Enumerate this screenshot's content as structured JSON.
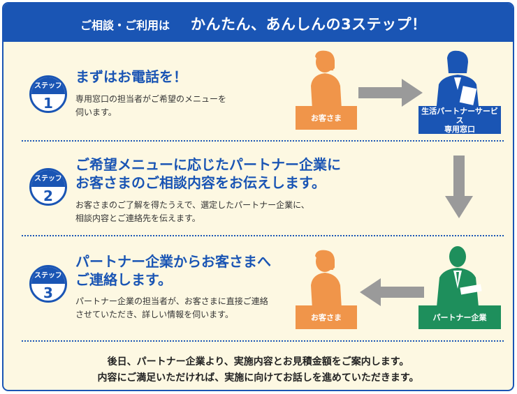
{
  "header": {
    "lead": "ご相談・ご利用は",
    "main": "かんたん、あんしんの3ステップ！"
  },
  "steps": [
    {
      "badge_label": "ステップ",
      "number": "1",
      "heading": [
        "まずはお電話を！"
      ],
      "body": [
        "専用窓口の担当者がご希望のメニューを",
        "伺います。"
      ]
    },
    {
      "badge_label": "ステップ",
      "number": "2",
      "heading": [
        "ご希望メニューに応じたパートナー企業に",
        "お客さまのご相談内容をお伝えします。"
      ],
      "body": [
        "お客さまのご了解を得たうえで、選定したパートナー企業に、",
        "相談内容とご連絡先を伝えます。"
      ]
    },
    {
      "badge_label": "ステップ",
      "number": "3",
      "heading": [
        "パートナー企業からお客さまへ",
        "ご連絡します。"
      ],
      "body": [
        "パートナー企業の担当者が、お客さまに直接ご連絡",
        "させていただき、詳しい情報を伺います。"
      ]
    }
  ],
  "figures": {
    "customer_label": "お客さま",
    "service_label_1": "生活パートナーサービス",
    "service_label_2": "専用窓口",
    "partner_label": "パートナー企業"
  },
  "footer": [
    "後日、パートナー企業より、実施内容とお見積金額をご案内します。",
    "内容にご満足いただければ、実施に向けてお話しを進めていただきます。"
  ],
  "colors": {
    "brand_blue": "#1a55b4",
    "customer_orange": "#f0954a",
    "partner_green": "#1e8f5c",
    "background_cream": "#fdf8e2",
    "arrow_gray": "#9a9a9a"
  },
  "icons": [
    "phone-person-icon",
    "operator-icon",
    "businessman-icon",
    "arrow-right-icon",
    "arrow-down-icon",
    "arrow-left-icon"
  ]
}
